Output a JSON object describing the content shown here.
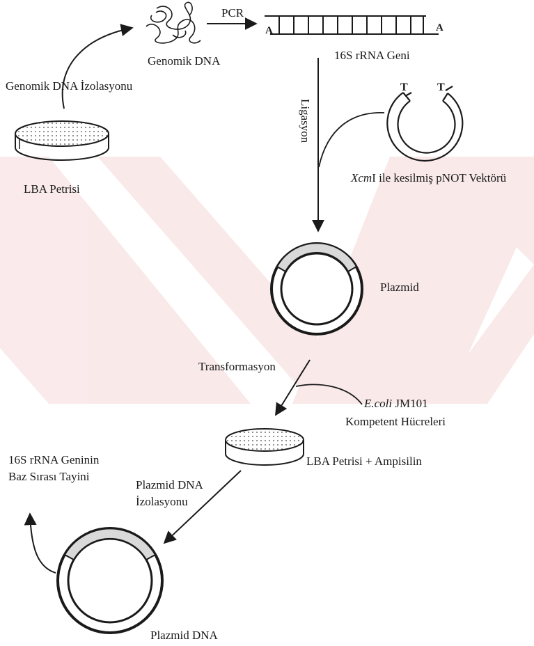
{
  "labels": {
    "pcr": "PCR",
    "genomic_dna": "Genomik DNA",
    "gene_16s": "16S rRNA Geni",
    "dna_isolation": "Genomik DNA İzolasyonu",
    "lba_plate": "LBA Petrisi",
    "ligation": "Ligasyon",
    "vector_enzyme": "Xcm",
    "vector_rest": "I ile kesilmiş pNOT Vektörü",
    "plasmid": "Plazmid",
    "transformation": "Transformasyon",
    "ecoli_italic": "E.coli",
    "ecoli_rest": " JM101",
    "competent": "Kompetent Hücreleri",
    "lba_amp": "LBA Petrisi + Ampisilin",
    "sequencing_line1": "16S rRNA Geninin",
    "sequencing_line2": "Baz Sırası Tayini",
    "plasmid_isolation_line1": "Plazmid DNA",
    "plasmid_isolation_line2": "İzolasyonu",
    "plasmid_dna": "Plazmid DNA",
    "overhang_a_left": "A",
    "overhang_a_right": "A",
    "overhang_t_left": "T",
    "overhang_t_right": "T"
  },
  "colors": {
    "ink": "#1a1a1a",
    "watermark": "#c4161c"
  },
  "icons": [
    "tangled-dna-icon",
    "petri-dish-icon",
    "circular-vector-icon",
    "plasmid-icon"
  ]
}
